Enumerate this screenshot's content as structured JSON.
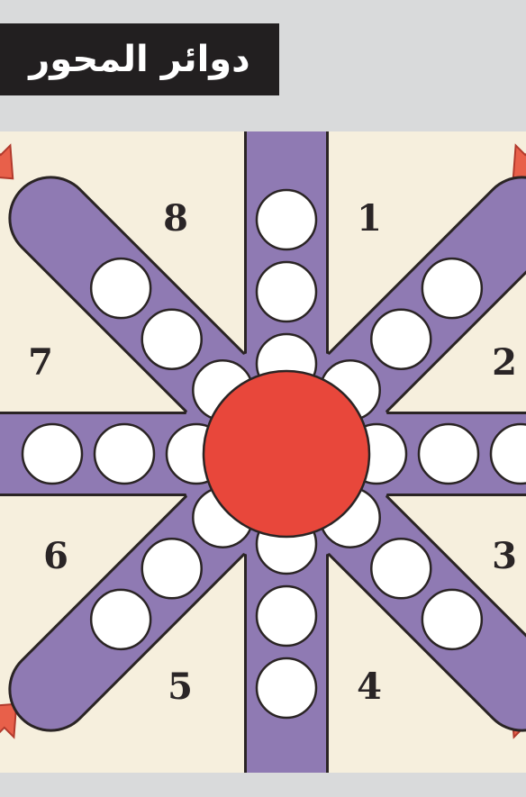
{
  "title": "دوائر المحور",
  "colors": {
    "title_bg": "#221f20",
    "title_fg": "#ffffff",
    "page_bg": "#d9dadb",
    "paper_bg": "#f6efdd",
    "arm_fill": "#8f7ab3",
    "outline": "#2a2424",
    "hole_fill": "#ffffff",
    "center_fill": "#e8473b",
    "arrow_fill": "#e8604a"
  },
  "board": {
    "arms": 8,
    "holes_per_arm": 3,
    "center_piece": "red-circle",
    "sector_labels": [
      "1",
      "2",
      "3",
      "4",
      "5",
      "6",
      "7",
      "8"
    ],
    "corner_arrows": [
      "top-left",
      "top-right",
      "bottom-left",
      "bottom-right"
    ]
  }
}
